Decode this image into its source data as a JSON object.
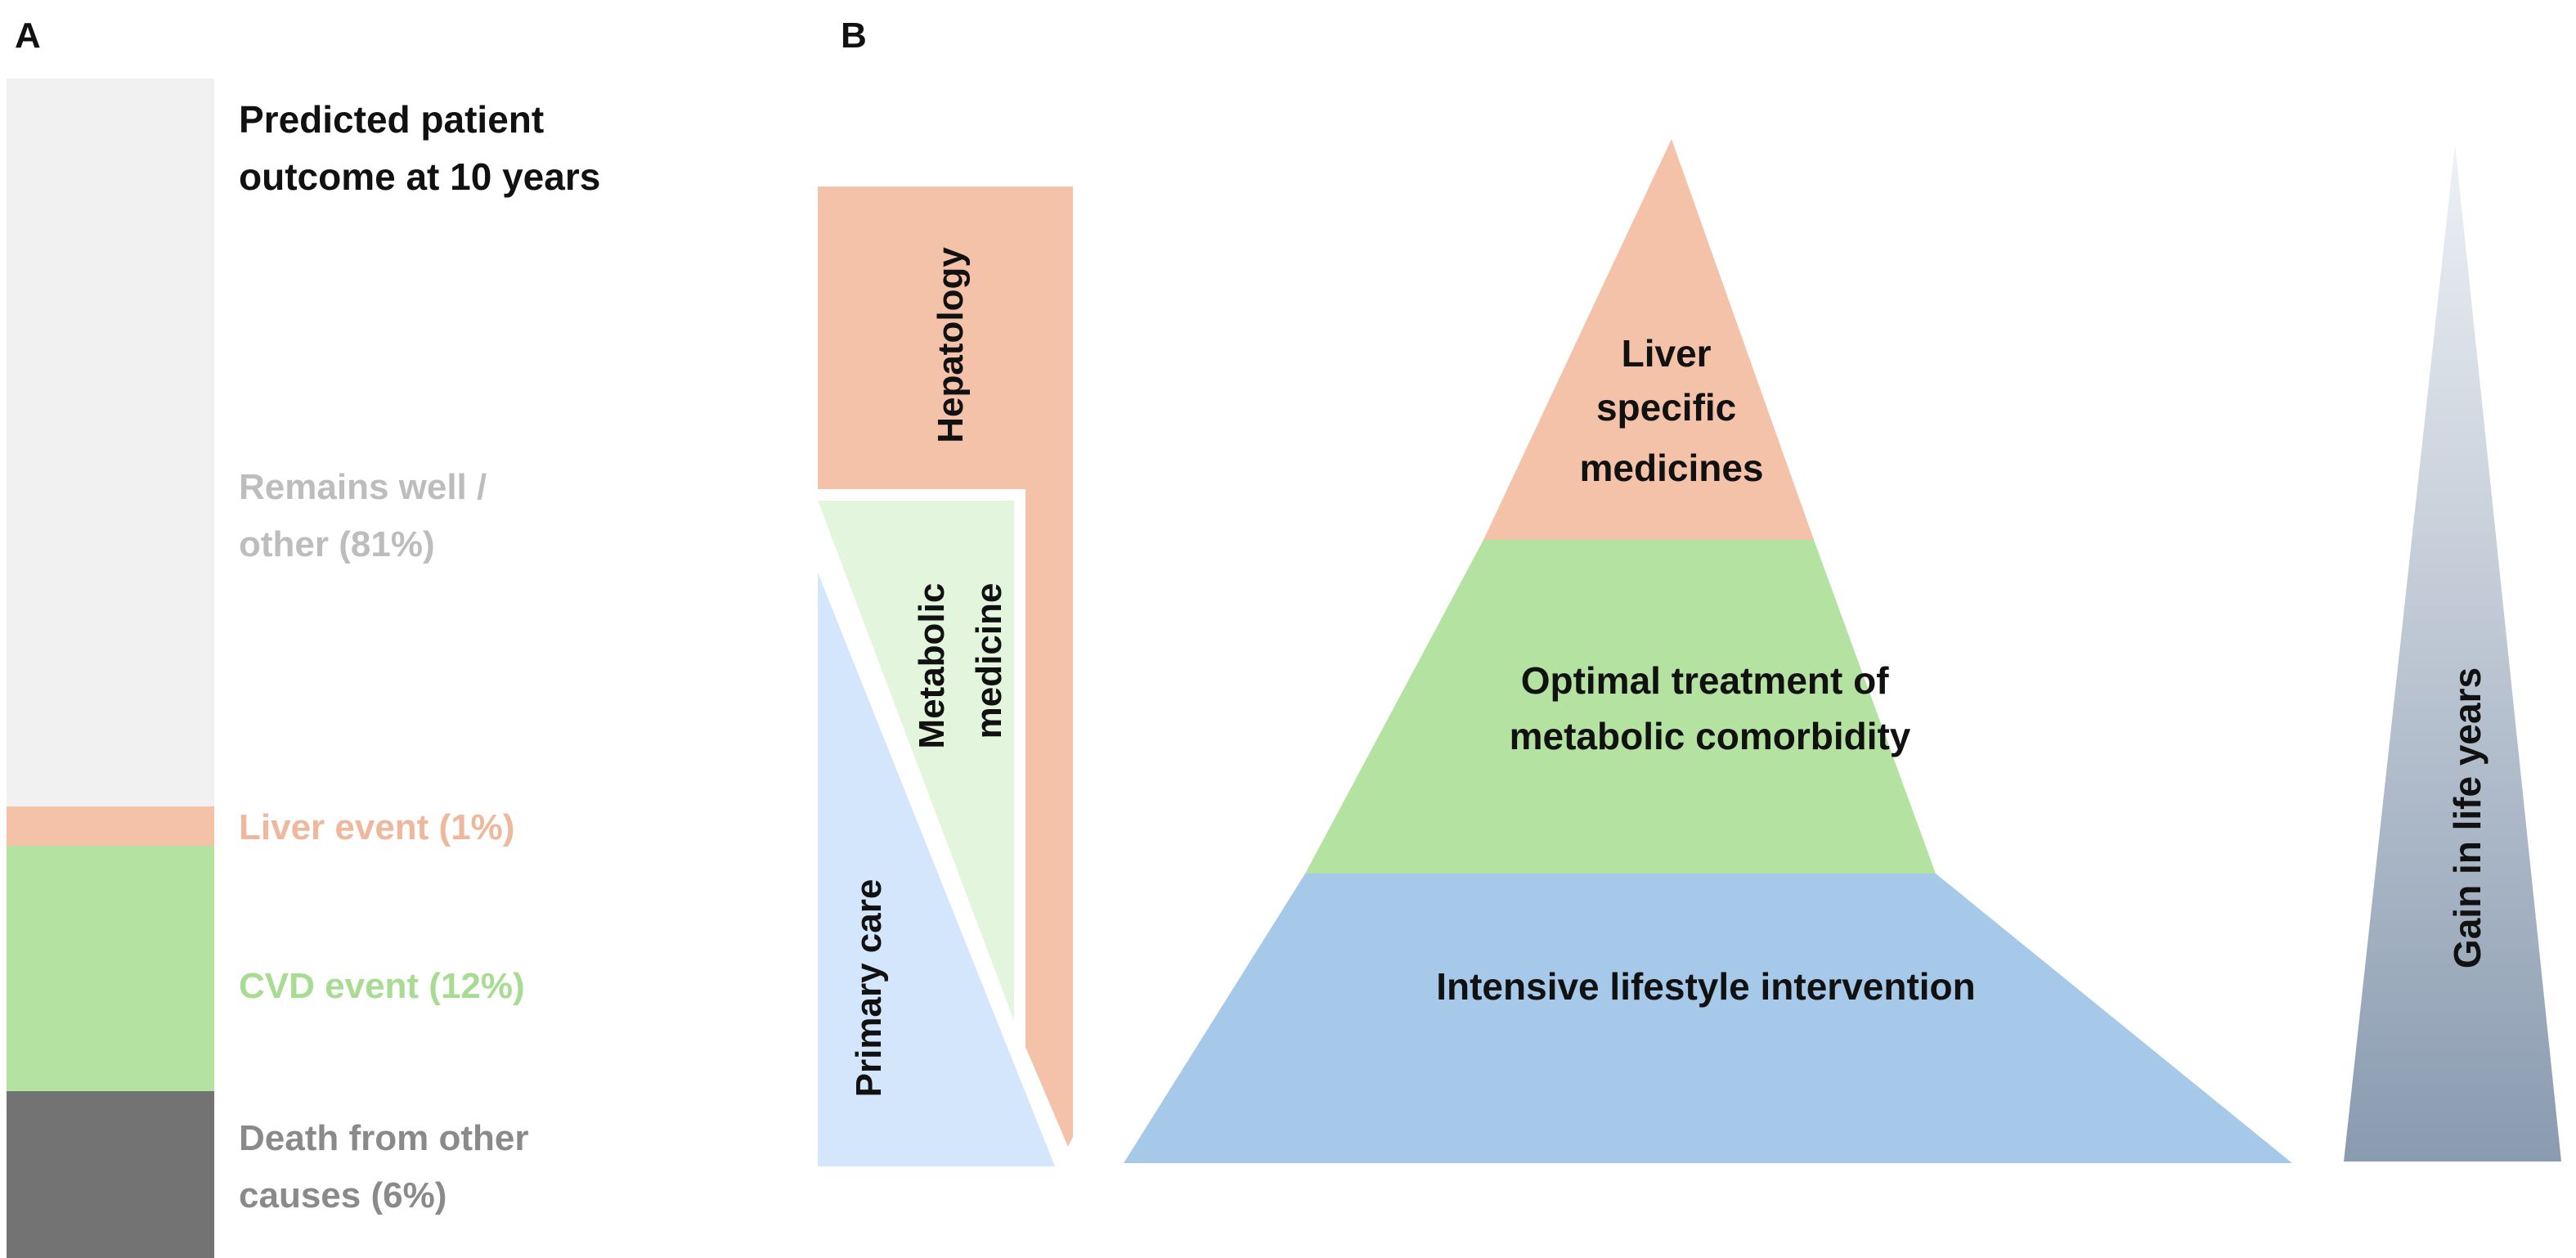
{
  "panel_a": {
    "letter": "A",
    "title_lines": [
      "Predicted patient",
      "outcome at 10 years"
    ],
    "outcomes": [
      {
        "label_lines": [
          "Remains well /",
          "other (81%)"
        ],
        "percent": 81,
        "fill": "#f1f1f1",
        "label_color": "#bdbdbd"
      },
      {
        "label_lines": [
          "Liver event (1%)"
        ],
        "percent": 1,
        "fill": "#f4c2a8",
        "label_color": "#efb79c"
      },
      {
        "label_lines": [
          "CVD event (12%)"
        ],
        "percent": 12,
        "fill": "#b4e2a0",
        "label_color": "#a7dc92"
      },
      {
        "label_lines": [
          "Death from other",
          "causes (6%)"
        ],
        "percent": 6,
        "fill": "#737373",
        "label_color": "#8a8a8a"
      }
    ]
  },
  "panel_b": {
    "letter": "B",
    "care_settings": [
      {
        "label_lines": [
          "Hepatology"
        ],
        "fill": "#f4c2a8"
      },
      {
        "label_lines": [
          "Metabolic",
          "medicine"
        ],
        "fill": "#e3f6dd"
      },
      {
        "label_lines": [
          "Primary care"
        ],
        "fill": "#d4e6fb"
      }
    ],
    "pyramid_tiers": [
      {
        "label_lines": [
          "Liver",
          "specific",
          "medicines"
        ],
        "fill": "#f4c2a8"
      },
      {
        "label_lines": [
          "Optimal treatment of",
          "metabolic comorbidity"
        ],
        "fill": "#b4e2a0"
      },
      {
        "label_lines": [
          "Intensive lifestyle intervention"
        ],
        "fill": "#a6c9ea"
      }
    ],
    "gain": {
      "label": "Gain in life years",
      "color_top": "#eef1f5",
      "color_bottom": "#8a9bb0"
    }
  }
}
